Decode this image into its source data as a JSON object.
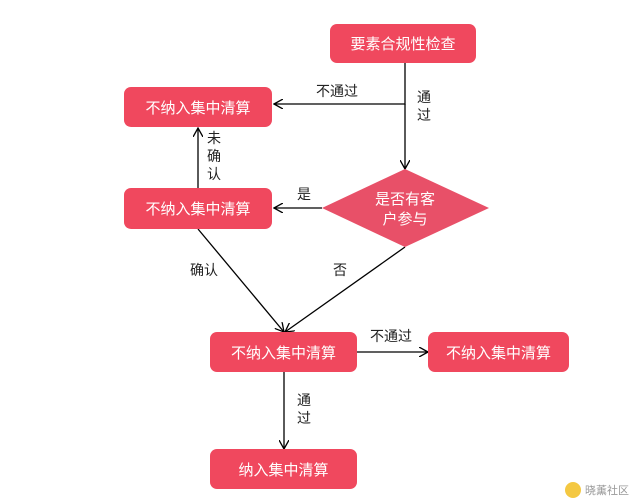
{
  "nodes": {
    "start": "要素合规性检查",
    "exclude_top": "不纳入集中清算",
    "decision_line1": "是否有客",
    "decision_line2": "户参与",
    "exclude_mid": "不纳入集中清算",
    "exclude_center": "不纳入集中清算",
    "exclude_right": "不纳入集中清算",
    "include": "纳入集中清算"
  },
  "edges": {
    "fail_top": "不通过",
    "pass_top": "通过",
    "yes": "是",
    "unconfirmed": "未确认",
    "confirmed": "确认",
    "no": "否",
    "fail_center": "不通过",
    "pass_bottom": "通过"
  },
  "colors": {
    "node_fill": "#f0485e",
    "decision_fill": "#e85068",
    "line": "#000000"
  },
  "watermark": "晓薰社区"
}
